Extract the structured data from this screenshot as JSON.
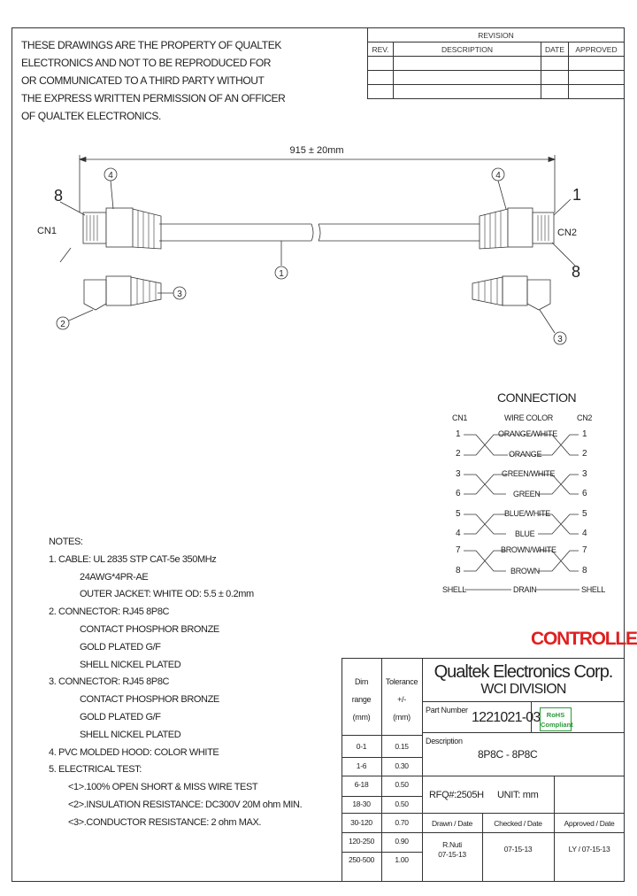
{
  "notice": {
    "lines": [
      "THESE DRAWINGS ARE THE PROPERTY OF QUALTEK",
      "ELECTRONICS AND NOT TO BE REPRODUCED FOR",
      "OR COMMUNICATED TO A THIRD PARTY WITHOUT",
      "THE EXPRESS WRITTEN PERMISSION OF AN OFFICER",
      "OF QUALTEK ELECTRONICS."
    ]
  },
  "revision": {
    "title": "REVISION",
    "headers": [
      "REV.",
      "DESCRIPTION",
      "DATE",
      "APPROVED"
    ]
  },
  "drawing": {
    "length_label": "915 ± 20mm",
    "cn1": "CN1",
    "cn2": "CN2",
    "pin8_left": "8",
    "pin1_right": "1",
    "pin8_right": "8",
    "balloons": {
      "b1": "1",
      "b2": "2",
      "b3": "3",
      "b4": "4"
    }
  },
  "connection": {
    "title": "CONNECTION",
    "header_cn1": "CN1",
    "header_wire": "WIRE COLOR",
    "header_cn2": "CN2",
    "rows": [
      {
        "left": "1",
        "color": "ORANGE/WHITE",
        "right": "1"
      },
      {
        "left": "2",
        "color": "ORANGE",
        "right": "2"
      },
      {
        "left": "3",
        "color": "GREEN/WHITE",
        "right": "3"
      },
      {
        "left": "6",
        "color": "GREEN",
        "right": "6"
      },
      {
        "left": "5",
        "color": "BLUE/WHITE",
        "right": "5"
      },
      {
        "left": "4",
        "color": "BLUE",
        "right": "4"
      },
      {
        "left": "7",
        "color": "BROWN/WHITE",
        "right": "7"
      },
      {
        "left": "8",
        "color": "BROWN",
        "right": "8"
      }
    ],
    "shell_left": "SHELL",
    "drain": "DRAIN",
    "shell_right": "SHELL"
  },
  "notes": {
    "title": "NOTES:",
    "lines": [
      {
        "indent": 0,
        "text": "1.  CABLE: UL 2835 STP CAT-5e 350MHz"
      },
      {
        "indent": 1,
        "text": "24AWG*4PR-AE"
      },
      {
        "indent": 1,
        "text": "OUTER JACKET: WHITE  OD: 5.5 ± 0.2mm"
      },
      {
        "indent": 0,
        "text": "2.  CONNECTOR: RJ45 8P8C"
      },
      {
        "indent": 1,
        "text": "CONTACT PHOSPHOR BRONZE"
      },
      {
        "indent": 1,
        "text": "GOLD PLATED G/F"
      },
      {
        "indent": 1,
        "text": "SHELL NICKEL PLATED"
      },
      {
        "indent": 0,
        "text": "3.  CONNECTOR:  RJ45 8P8C"
      },
      {
        "indent": 1,
        "text": "CONTACT PHOSPHOR BRONZE"
      },
      {
        "indent": 1,
        "text": "GOLD PLATED G/F"
      },
      {
        "indent": 1,
        "text": "SHELL NICKEL PLATED"
      },
      {
        "indent": 0,
        "text": "4.  PVC MOLDED HOOD: COLOR WHITE"
      },
      {
        "indent": 0,
        "text": "5.  ELECTRICAL TEST:"
      },
      {
        "indent": 2,
        "text": "<1>.100% OPEN SHORT & MISS WIRE TEST"
      },
      {
        "indent": 2,
        "text": "<2>.INSULATION RESISTANCE: DC300V 20M ohm MIN."
      },
      {
        "indent": 2,
        "text": "<3>.CONDUCTOR RESISTANCE: 2 ohm MAX."
      }
    ]
  },
  "stamp": "CONTROLLED",
  "title_block": {
    "dim_header": [
      "Dim",
      "range",
      "(mm)"
    ],
    "tol_header": [
      "Tolerance",
      "+/-",
      "(mm)"
    ],
    "tolerances": [
      {
        "range": "0-1",
        "tol": "0.15"
      },
      {
        "range": "1-6",
        "tol": "0.30"
      },
      {
        "range": "6-18",
        "tol": "0.50"
      },
      {
        "range": "18-30",
        "tol": "0.50"
      },
      {
        "range": "30-120",
        "tol": "0.70"
      },
      {
        "range": "120-250",
        "tol": "0.90"
      },
      {
        "range": "250-500",
        "tol": "1.00"
      }
    ],
    "company": "Qualtek Electronics Corp.",
    "division": "WCI DIVISION",
    "part_number_label": "Part Number",
    "part_number": "1221021-03",
    "rohs": [
      "RoHS",
      "Compliant"
    ],
    "description_label": "Description",
    "description": "8P8C - 8P8C",
    "rfq": "RFQ#:2505H",
    "unit": "UNIT: mm",
    "drawn_label": "Drawn / Date",
    "checked_label": "Checked / Date",
    "approved_label": "Approved / Date",
    "drawn_by": "R.Nuti",
    "drawn_date": "07-15-13",
    "checked_date": "07-15-13",
    "approved": "LY / 07-15-13"
  }
}
